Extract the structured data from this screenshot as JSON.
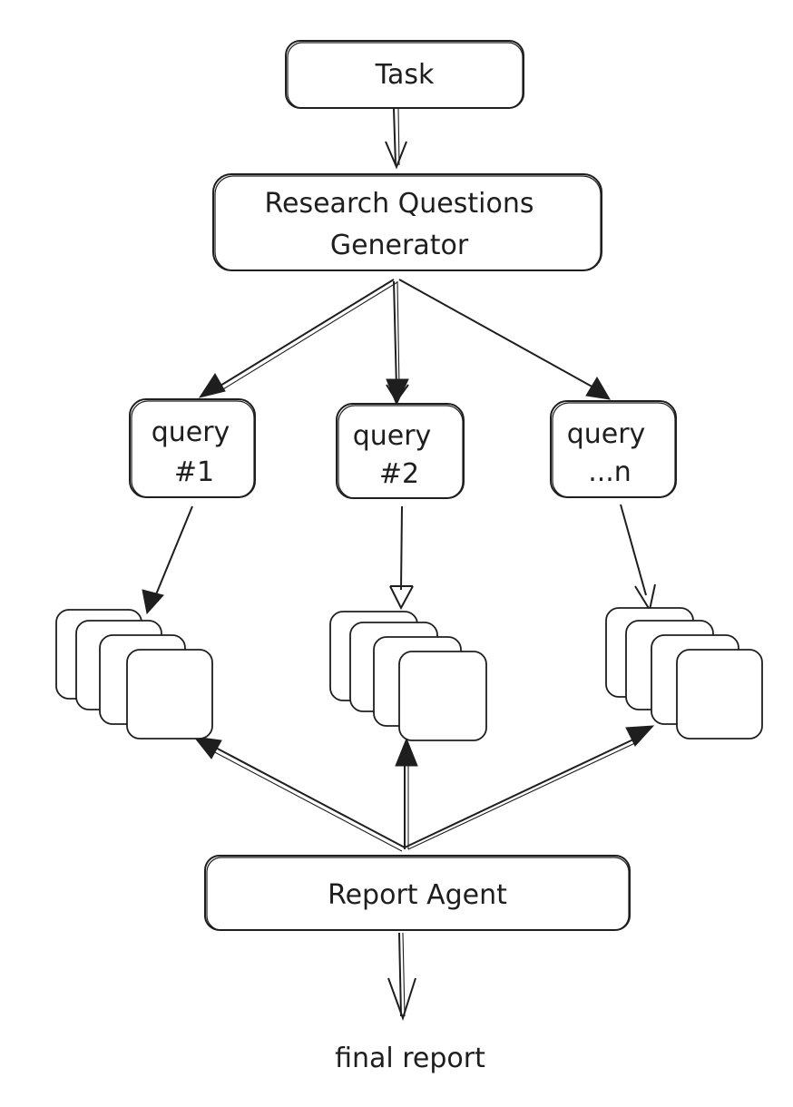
{
  "nodes": {
    "task": "Task",
    "generator_line1": "Research Questions",
    "generator_line2": "Generator",
    "query1_line1": "query",
    "query1_line2": "#1",
    "query2_line1": "query",
    "query2_line2": "#2",
    "queryn_line1": "query",
    "queryn_line2": "...n",
    "report_agent": "Report Agent",
    "final_report": "final report"
  },
  "colors": {
    "ink": "#1e1e1e",
    "background": "#ffffff"
  }
}
